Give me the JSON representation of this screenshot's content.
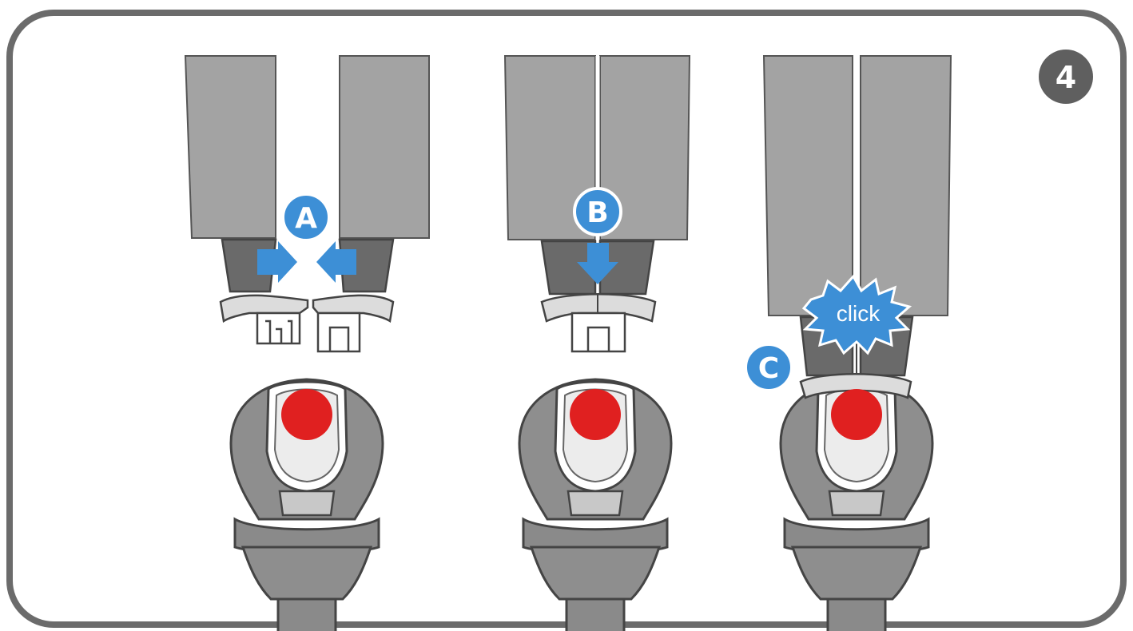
{
  "step": {
    "number": "4"
  },
  "panels": [
    {
      "marker": "A"
    },
    {
      "marker": "B"
    },
    {
      "marker": "C",
      "callout": "click"
    }
  ],
  "colors": {
    "frame": "#6b6b6b",
    "strap": "#a3a3a3",
    "strap_dark": "#6a6a6a",
    "outline": "#444444",
    "housing": "#8c8c8c",
    "button_red": "#e02020",
    "accent_blue": "#3d8fd6",
    "badge": "#5f5f5f"
  }
}
